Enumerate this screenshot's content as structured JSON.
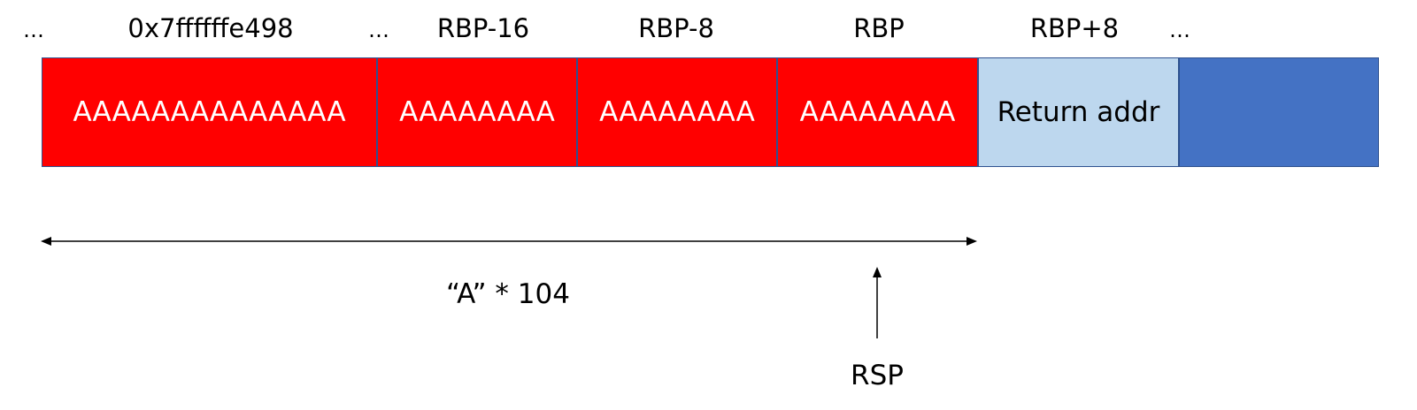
{
  "header": {
    "labels": [
      {
        "text": "0x7ffffffe498"
      },
      {
        "text": "RBP-16"
      },
      {
        "text": "RBP-8"
      },
      {
        "text": "RBP"
      },
      {
        "text": "RBP+8"
      }
    ],
    "ellipsis": "…"
  },
  "stack": {
    "cells": [
      {
        "text": "AAAAAAAAAAAAAA",
        "kind": "overflow"
      },
      {
        "text": "AAAAAAAA",
        "kind": "overflow"
      },
      {
        "text": "AAAAAAAA",
        "kind": "overflow"
      },
      {
        "text": "AAAAAAAA",
        "kind": "overflow"
      },
      {
        "text": "Return addr",
        "kind": "return"
      },
      {
        "text": "",
        "kind": "beyond"
      }
    ]
  },
  "annotations": {
    "span_label": "“A” * 104",
    "pointer_label": "RSP"
  },
  "colors": {
    "overflow": "#ff0000",
    "return": "#bdd7ee",
    "beyond": "#4472c4",
    "border": "#2f528f"
  }
}
